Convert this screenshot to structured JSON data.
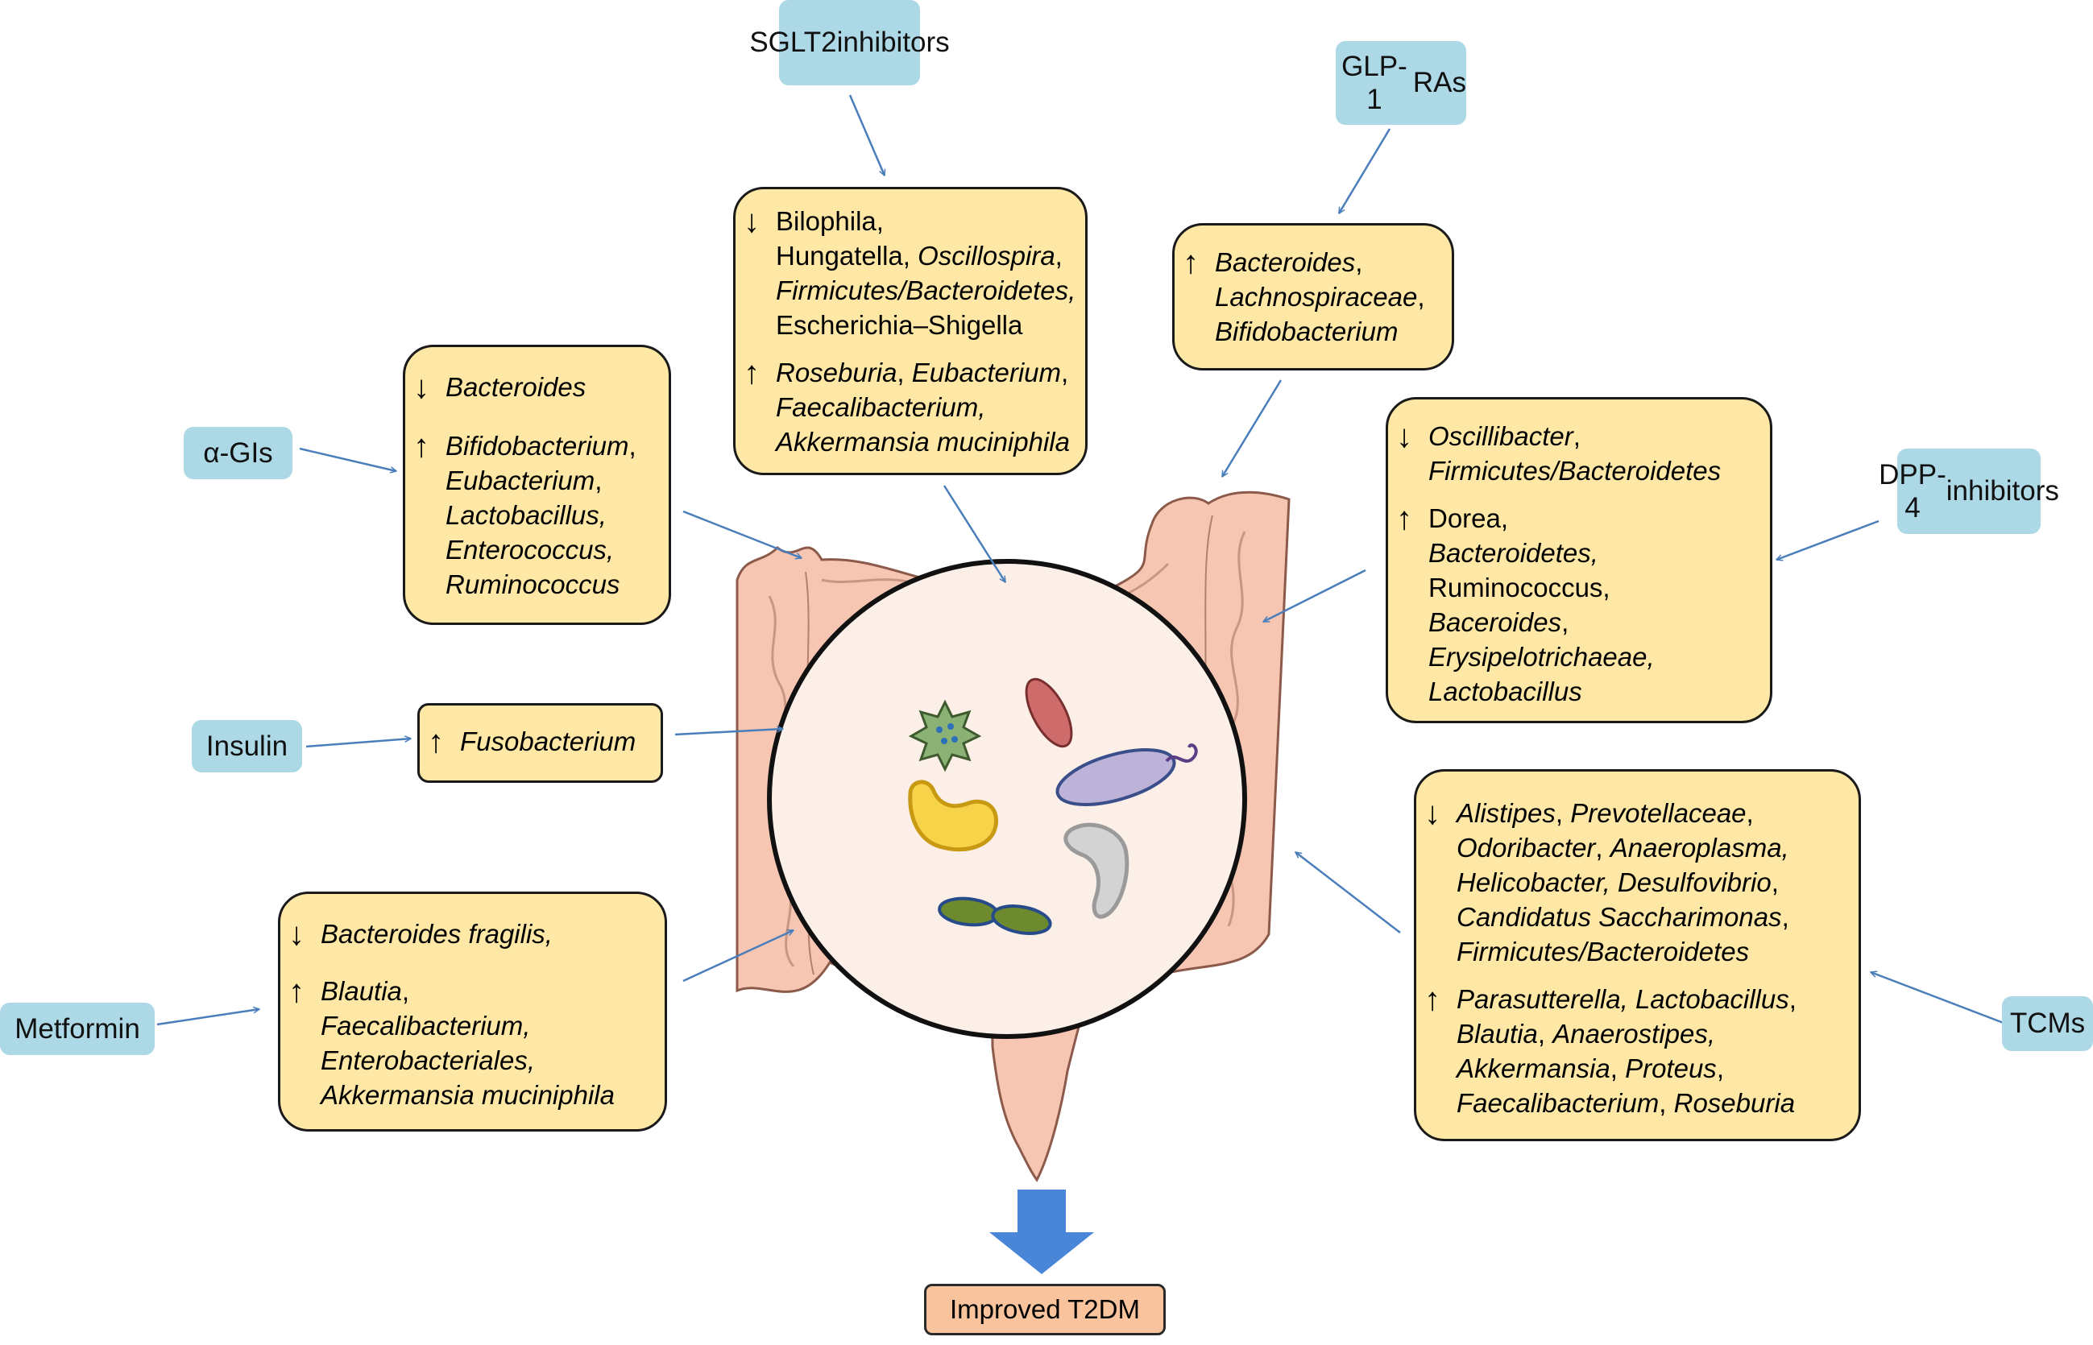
{
  "drugs": {
    "sglt2": [
      "SGLT2",
      "inhibitors"
    ],
    "glp1": [
      "GLP-1",
      "RAs"
    ],
    "agi": [
      "α-GIs"
    ],
    "dpp4": [
      "DPP-4",
      "inhibitors"
    ],
    "insulin": [
      "Insulin"
    ],
    "metformin": [
      "Metformin"
    ],
    "tcms": [
      "TCMs"
    ]
  },
  "arrows": {
    "down": "↓",
    "up": "↑"
  },
  "sglt2_box": {
    "down": [
      [
        {
          "t": "Bilophila,",
          "i": false
        }
      ],
      [
        {
          "t": "Hungatella, ",
          "i": false
        },
        {
          "t": "Oscillospira",
          "i": true
        },
        {
          "t": ",",
          "i": false
        }
      ],
      [
        {
          "t": "Firmicutes/Bacteroidetes,",
          "i": true
        }
      ],
      [
        {
          "t": "Escherichia–Shigella",
          "i": false
        }
      ]
    ],
    "up": [
      [
        {
          "t": "Roseburia",
          "i": true
        },
        {
          "t": ", ",
          "i": false
        },
        {
          "t": "Eubacterium",
          "i": true
        },
        {
          "t": ",",
          "i": false
        }
      ],
      [
        {
          "t": "Faecalibacterium,",
          "i": true
        }
      ],
      [
        {
          "t": "Akkermansia muciniphila",
          "i": true
        }
      ]
    ]
  },
  "glp1_box": {
    "up": [
      [
        {
          "t": "Bacteroides",
          "i": true
        },
        {
          "t": ",",
          "i": false
        }
      ],
      [
        {
          "t": "Lachnospiraceae",
          "i": true
        },
        {
          "t": ",",
          "i": false
        }
      ],
      [
        {
          "t": "Bifidobacterium",
          "i": true
        }
      ]
    ]
  },
  "agi_box": {
    "down": [
      [
        {
          "t": "Bacteroides",
          "i": true
        }
      ]
    ],
    "up": [
      [
        {
          "t": "Bifidobacterium",
          "i": true
        },
        {
          "t": ",",
          "i": false
        }
      ],
      [
        {
          "t": "Eubacterium",
          "i": true
        },
        {
          "t": ",",
          "i": false
        }
      ],
      [
        {
          "t": "Lactobacillus,",
          "i": true
        }
      ],
      [
        {
          "t": "Enterococcus,",
          "i": true
        }
      ],
      [
        {
          "t": "Ruminococcus",
          "i": true
        }
      ]
    ]
  },
  "dpp4_box": {
    "down": [
      [
        {
          "t": "Oscillibacter",
          "i": true
        },
        {
          "t": ",",
          "i": false
        }
      ],
      [
        {
          "t": "Firmicutes/Bacteroidetes",
          "i": true
        }
      ]
    ],
    "up": [
      [
        {
          "t": "Dorea,",
          "i": false
        }
      ],
      [
        {
          "t": "Bacteroidetes,",
          "i": true
        }
      ],
      [
        {
          "t": "Ruminococcus,",
          "i": false
        }
      ],
      [
        {
          "t": "Baceroides",
          "i": true
        },
        {
          "t": ",",
          "i": false
        }
      ],
      [
        {
          "t": "Erysipelotrichaeae,",
          "i": true
        }
      ],
      [
        {
          "t": "Lactobacillus",
          "i": true
        }
      ]
    ]
  },
  "insulin_box": {
    "up": [
      [
        {
          "t": "Fusobacterium",
          "i": true
        }
      ]
    ]
  },
  "metformin_box": {
    "down": [
      [
        {
          "t": "Bacteroides fragilis,",
          "i": true
        }
      ]
    ],
    "up": [
      [
        {
          "t": "Blautia",
          "i": true
        },
        {
          "t": ",",
          "i": false
        }
      ],
      [
        {
          "t": "Faecalibacterium,",
          "i": true
        }
      ],
      [
        {
          "t": "Enterobacteriales,",
          "i": true
        }
      ],
      [
        {
          "t": "Akkermansia muciniphila",
          "i": true
        }
      ]
    ]
  },
  "tcms_box": {
    "down": [
      [
        {
          "t": "Alistipes",
          "i": true
        },
        {
          "t": ", ",
          "i": false
        },
        {
          "t": "Prevotellaceae",
          "i": true
        },
        {
          "t": ",",
          "i": false
        }
      ],
      [
        {
          "t": "Odoribacter",
          "i": true
        },
        {
          "t": ", ",
          "i": false
        },
        {
          "t": "Anaeroplasma,",
          "i": true
        }
      ],
      [
        {
          "t": "Helicobacter, Desulfovibrio",
          "i": true
        },
        {
          "t": ",",
          "i": false
        }
      ],
      [
        {
          "t": "Candidatus Saccharimonas",
          "i": true
        },
        {
          "t": ",",
          "i": false
        }
      ],
      [
        {
          "t": "Firmicutes/Bacteroidetes",
          "i": true
        }
      ]
    ],
    "up": [
      [
        {
          "t": "Parasutterella, Lactobacillus",
          "i": true
        },
        {
          "t": ",",
          "i": false
        }
      ],
      [
        {
          "t": "Blautia",
          "i": true
        },
        {
          "t": ", ",
          "i": false
        },
        {
          "t": "Anaerostipes,",
          "i": true
        }
      ],
      [
        {
          "t": "Akkermansia",
          "i": true
        },
        {
          "t": ", ",
          "i": false
        },
        {
          "t": "Proteus",
          "i": true
        },
        {
          "t": ",",
          "i": false
        }
      ],
      [
        {
          "t": "Faecalibacterium",
          "i": true
        },
        {
          "t": ", ",
          "i": false
        },
        {
          "t": "Roseburia",
          "i": true
        }
      ]
    ]
  },
  "outcome": "Improved T2DM",
  "colors": {
    "drug_fill": "#ADD8E6",
    "box_fill": "#FFE8A6",
    "outcome_fill": "#F9C49D",
    "pointer_arrow": "#4A7EBB",
    "big_arrow": "#4A86D8",
    "intestine": "#F6C6B3",
    "lumen": "#FBEFE8"
  }
}
